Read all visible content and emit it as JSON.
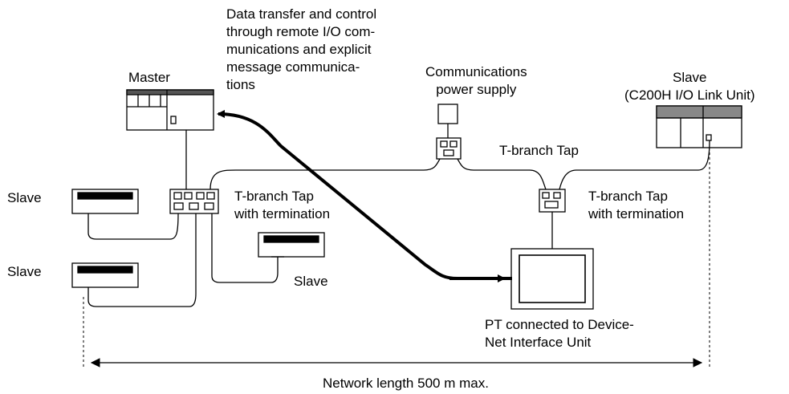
{
  "labels": {
    "data_transfer": "Data transfer and control\nthrough remote I/O com-\nmunications and explicit\nmessage communica-\ntions",
    "master": "Master",
    "comm_power": "Communications\npower supply",
    "slave_c200h": "Slave\n(C200H I/O Link Unit)",
    "tbranch_top": "T-branch Tap",
    "tbranch_left": "T-branch Tap\nwith termination",
    "tbranch_right": "T-branch Tap\nwith termination",
    "slave_left_1": "Slave",
    "slave_left_2": "Slave",
    "slave_mid": "Slave",
    "pt": "PT connected to Device-\nNet Interface Unit",
    "network_length": "Network length 500 m max."
  }
}
